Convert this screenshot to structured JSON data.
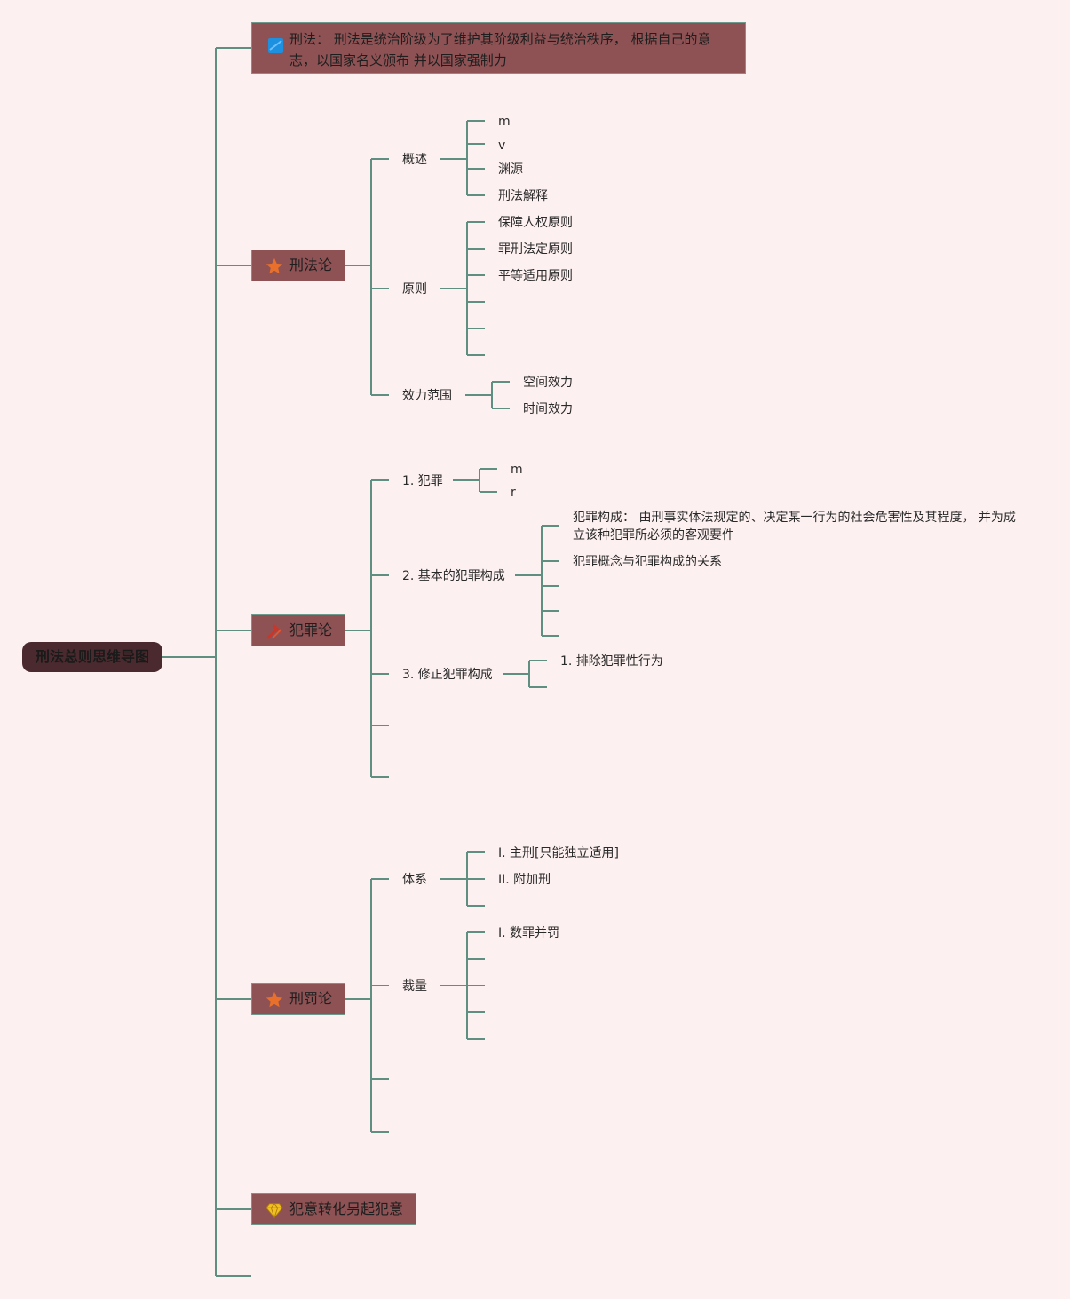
{
  "root": {
    "label": "刑法总则思维导图"
  },
  "definition": {
    "text": "刑法： 刑法是统治阶级为了维护其阶级利益与统治秩序， 根据自己的意志，以国家名义颁布 并以国家强制力"
  },
  "branches": [
    {
      "label": "刑法论",
      "icon": "star-icon",
      "children": [
        {
          "label": "概述",
          "children": [
            "m",
            "v",
            "渊源",
            "刑法解释"
          ]
        },
        {
          "label": "原则",
          "children": [
            "保障人权原则",
            "罪刑法定原则",
            "平等适用原则",
            "",
            "",
            ""
          ]
        },
        {
          "label": "效力范围",
          "children": [
            "空间效力",
            "时间效力"
          ]
        }
      ]
    },
    {
      "label": "犯罪论",
      "icon": "tools-icon",
      "children": [
        {
          "label": "1. 犯罪",
          "children": [
            "m",
            "r"
          ]
        },
        {
          "label": "2. 基本的犯罪构成",
          "children": [
            "犯罪构成： 由刑事实体法规定的、决定某一行为的社会危害性及其程度， 并为成立该种犯罪所必须的客观要件",
            "犯罪概念与犯罪构成的关系",
            "",
            "",
            ""
          ]
        },
        {
          "label": "3. 修正犯罪构成",
          "children": [
            "1. 排除犯罪性行为",
            ""
          ]
        },
        {
          "label": "",
          "children": []
        },
        {
          "label": "",
          "children": []
        }
      ]
    },
    {
      "label": "刑罚论",
      "icon": "star-icon",
      "children": [
        {
          "label": "体系",
          "children": [
            "I. 主刑[只能独立适用]",
            "II. 附加刑",
            ""
          ]
        },
        {
          "label": "裁量",
          "children": [
            "I. 数罪并罚",
            "",
            "",
            "",
            ""
          ]
        },
        {
          "label": "",
          "children": []
        },
        {
          "label": "",
          "children": []
        }
      ]
    },
    {
      "label": "犯意转化另起犯意",
      "icon": "diamond-icon",
      "children": []
    }
  ],
  "colors": {
    "background": "#fdf0f0",
    "line": "#5e8f80",
    "root_fill": "#4a2a2e",
    "node_fill": "#8e5254",
    "star": "#e8702a",
    "square": "#1e90e0",
    "diamond": "#f0c020"
  }
}
